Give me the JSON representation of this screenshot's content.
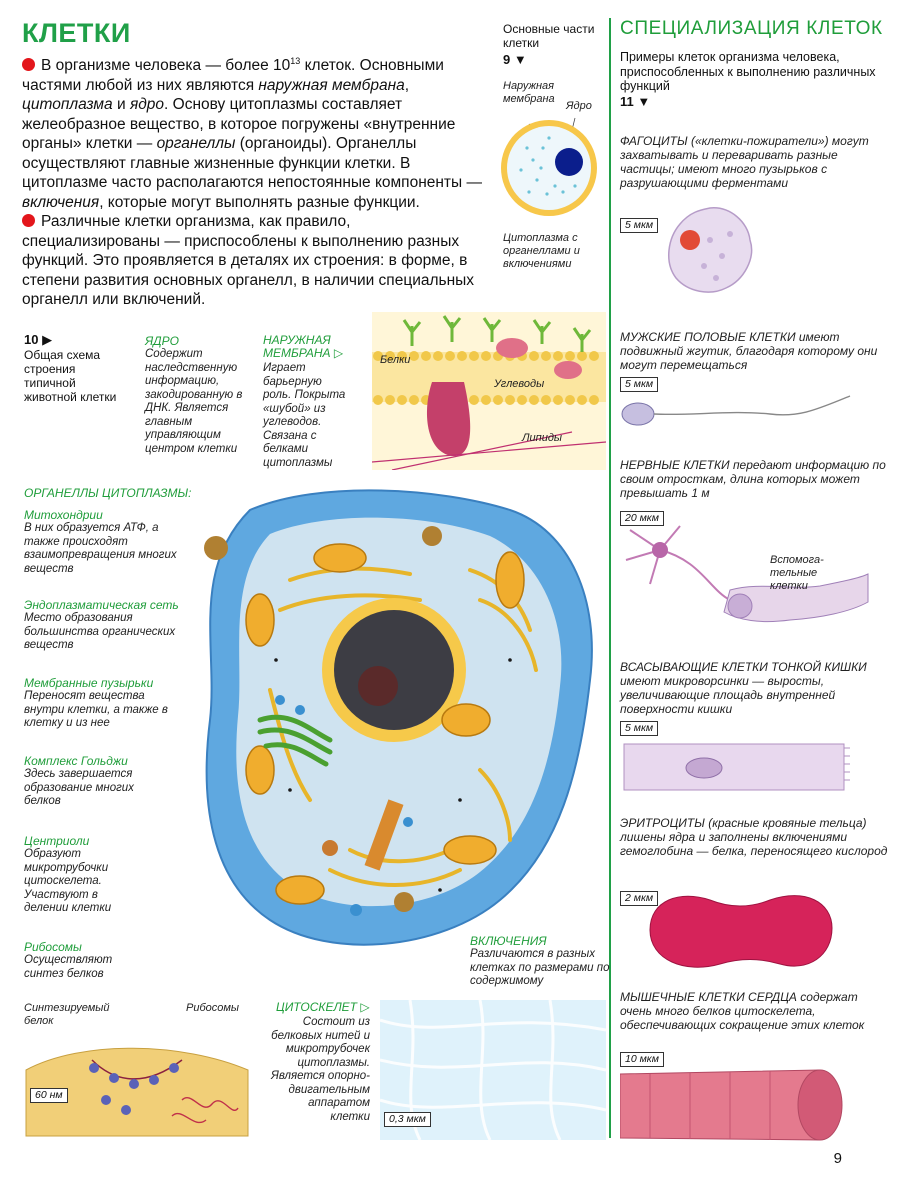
{
  "header": {
    "title": "КЛЕТКИ",
    "p1_a": "В организме человека — более 10",
    "p1_sup": "13",
    "p1_b": " клеток. Основными частями любой из них являются ",
    "p1_i1": "наружная мембрана",
    "p1_c": ", ",
    "p1_i2": "цитоплазма",
    "p1_d": " и ",
    "p1_i3": "ядро",
    "p1_e": ". Основу цитоплазмы составляет желеобразное вещество, в которое погружены «внутренние органы» клетки — ",
    "p1_i4": "органеллы",
    "p1_f": " (органоиды). Органеллы осуществляют главные жизненные функции клетки. В цитоплазме часто располагаются непостоянные компоненты — ",
    "p1_i5": "включения",
    "p1_g": ",  которые могут выполнять разные функции.",
    "p2": "Различные клетки организма, как правило, специализированы — приспособлены к выполнению разных функций. Это проявляется в деталях их строения: в форме, в степени развития основных органелл, в наличии специальных органелл или включений."
  },
  "basic_parts": {
    "title": "Основные части клетки",
    "num": "9 ▼",
    "outer_membrane": "Наружная мембрана",
    "nucleus": "Ядро",
    "cytoplasm": "Цитоплазма с органеллами и включениями"
  },
  "general_scheme": {
    "num": "10 ▶",
    "text": "Общая схема строения типичной животной клетки"
  },
  "nucleus_label": {
    "title": "ЯДРО",
    "text": "Содержит наследственную информацию, закодированную в ДНК. Является главным управляющим центром клетки"
  },
  "membrane_label": {
    "title": "НАРУЖНАЯ МЕМБРАНА ▷",
    "text": "Играет барьерную роль. Покрыта «шубой» из углеводов. Связана с белками цитоплазмы"
  },
  "membrane_detail": {
    "proteins": "Белки",
    "carbs": "Углеводы",
    "lipids": "Липиды"
  },
  "organelles": {
    "heading": "ОРГАНЕЛЛЫ ЦИТОПЛАЗМЫ:",
    "items": [
      {
        "title": "Митохондрии",
        "text": "В них образуется АТФ, а также происходят взаимопревращения многих веществ"
      },
      {
        "title": "Эндоплазматическая сеть",
        "text": "Место образования большинства органических веществ"
      },
      {
        "title": "Мембранные пузырьки",
        "text": "Переносят вещества внутри клетки, а также в клетку и из нее"
      },
      {
        "title": "Комплекс Гольджи",
        "text": "Здесь завершается образование многих белков"
      },
      {
        "title": "Центриоли",
        "text": "Образуют микротрубочки цитоскелета. Участвуют в делении клетки"
      },
      {
        "title": "Рибосомы",
        "text": "Осуществляют синтез белков"
      }
    ]
  },
  "ribosome_detail": {
    "protein": "Синтезируемый белок",
    "ribosomes": "Рибосомы",
    "scale": "60 нм"
  },
  "cytoskeleton": {
    "title": "ЦИТОСКЕЛЕТ ▷",
    "text": "Состоит из белковых нитей и микротрубочек цитоплазмы. Является опорно-двигательным аппаратом клетки",
    "scale": "0,3 мкм"
  },
  "inclusions": {
    "title": "ВКЛЮЧЕНИЯ",
    "text": "Различаются в разных клетках по размерами по содержимому"
  },
  "specialization": {
    "title": "СПЕЦИАЛИЗАЦИЯ КЛЕТОК",
    "subtitle": "Примеры клеток организма человека, приспособленных к выполнению различных функций",
    "num": "11 ▼",
    "cells": [
      {
        "name": "ФАГОЦИТЫ",
        "text": " («клетки-пожиратели») могут захватывать и переваривать разные частицы; имеют много пузырьков с разрушающими ферментами",
        "scale": "5 мкм"
      },
      {
        "name": "МУЖСКИЕ ПОЛОВЫЕ КЛЕТКИ",
        "text": " имеют подвижный жгутик, благодаря которому они могут перемещаться",
        "scale": "5 мкм"
      },
      {
        "name": "НЕРВНЫЕ КЛЕТКИ",
        "text": " передают информацию по своим отросткам, длина которых может превышать 1 м",
        "scale": "20 мкм",
        "extra": "Вспомога-тельные клетки"
      },
      {
        "name": "ВСАСЫВАЮЩИЕ КЛЕТКИ ТОНКОЙ КИШКИ",
        "text": " имеют микроворсинки — выросты, увеличивающие площадь внутренней поверхности кишки",
        "scale": "5 мкм"
      },
      {
        "name": "ЭРИТРОЦИТЫ",
        "text": " (красные кровяные тельца) лишены ядра и заполнены включениями гемоглобина — белка, переносящего кислород",
        "scale": "2 мкм"
      },
      {
        "name": "МЫШЕЧНЫЕ КЛЕТКИ СЕРДЦА",
        "text": " содержат очень много белков цитоскелета, обеспечивающих сокращение этих клеток",
        "scale": "10 мкм"
      }
    ]
  },
  "page_number": "9"
}
